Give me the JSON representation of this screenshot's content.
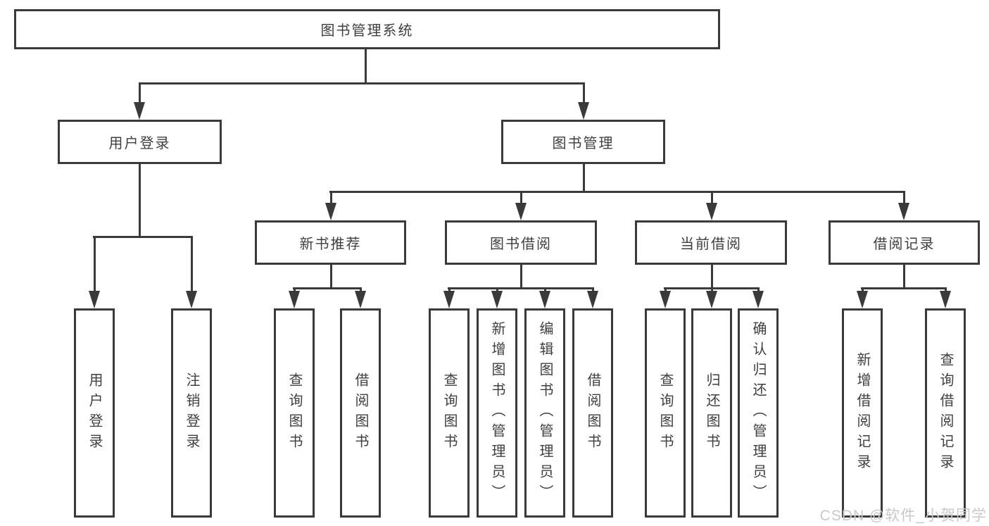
{
  "diagram": {
    "title": "图书管理系统",
    "level2": [
      {
        "id": "user-login",
        "label": "用户登录"
      },
      {
        "id": "book-management",
        "label": "图书管理"
      }
    ],
    "level3": [
      {
        "id": "new-book-recommend",
        "label": "新书推荐"
      },
      {
        "id": "book-borrow",
        "label": "图书借阅"
      },
      {
        "id": "current-borrow",
        "label": "当前借阅"
      },
      {
        "id": "borrow-records",
        "label": "借阅记录"
      }
    ],
    "leaves": {
      "user_login": [
        "用户登录",
        "注销登录"
      ],
      "new_book_recommend": [
        "查询图书",
        "借阅图书"
      ],
      "book_borrow": [
        "查询图书",
        "新增图书（管理员）",
        "编辑图书（管理员）",
        "借阅图书"
      ],
      "current_borrow": [
        "查询图书",
        "归还图书",
        "确认归还（管理员）"
      ],
      "borrow_records": [
        "新增借阅记录",
        "查询借阅记录"
      ]
    }
  },
  "colors": {
    "line": "#3a3a3a",
    "text": "#3f3f3f",
    "background": "#ffffff",
    "watermark": "#c9c9c9"
  },
  "watermark": {
    "text": "CSDN @软件_小贺同学"
  }
}
